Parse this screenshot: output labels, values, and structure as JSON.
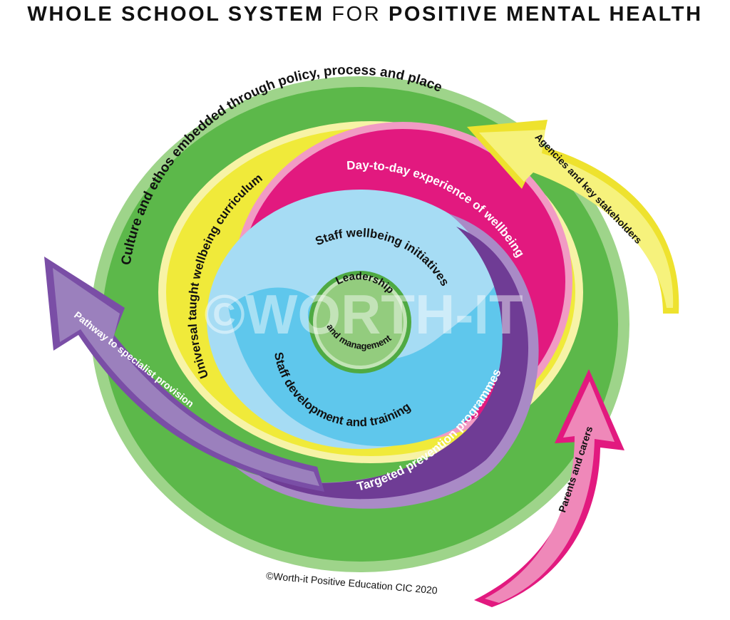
{
  "title": {
    "part1": "WHOLE SCHOOL SYSTEM",
    "part2": "FOR",
    "part3": "POSITIVE MENTAL HEALTH"
  },
  "watermark": "©WORTH-IT",
  "colors": {
    "green": "#5cb84a",
    "green_edge": "#9ed48a",
    "yellow": "#f0ea3a",
    "yellow_edge": "#f7f3a6",
    "magenta": "#e2197f",
    "magenta_edge": "#f19bc4",
    "light_blue": "#a6dcf4",
    "blue": "#5fc7ec",
    "center_green": "#93cc7e",
    "center_ring": "#4faa43",
    "purple": "#6f3c95",
    "purple_edge": "#a98ac6",
    "lavender": "#9b80bd",
    "pale_yellow": "#f6f27c",
    "pink": "#ef88b9"
  },
  "labels": {
    "culture": "Culture and ethos embedded through policy, process and place",
    "universal": "Universal taught wellbeing curriculum",
    "day_to_day": "Day-to-day experience of wellbeing",
    "staff_wellbeing": "Staff wellbeing initiatives",
    "staff_development": "Staff development and training",
    "leadership_1": "Leadership",
    "leadership_2": "and management",
    "targeted": "Targeted prevention programmes",
    "pathway": "Pathway to specialist provision",
    "agencies": "Agencies and key stakeholders",
    "parents": "Parents and carers"
  },
  "copyright": "©Worth-it Positive Education CIC 2020"
}
